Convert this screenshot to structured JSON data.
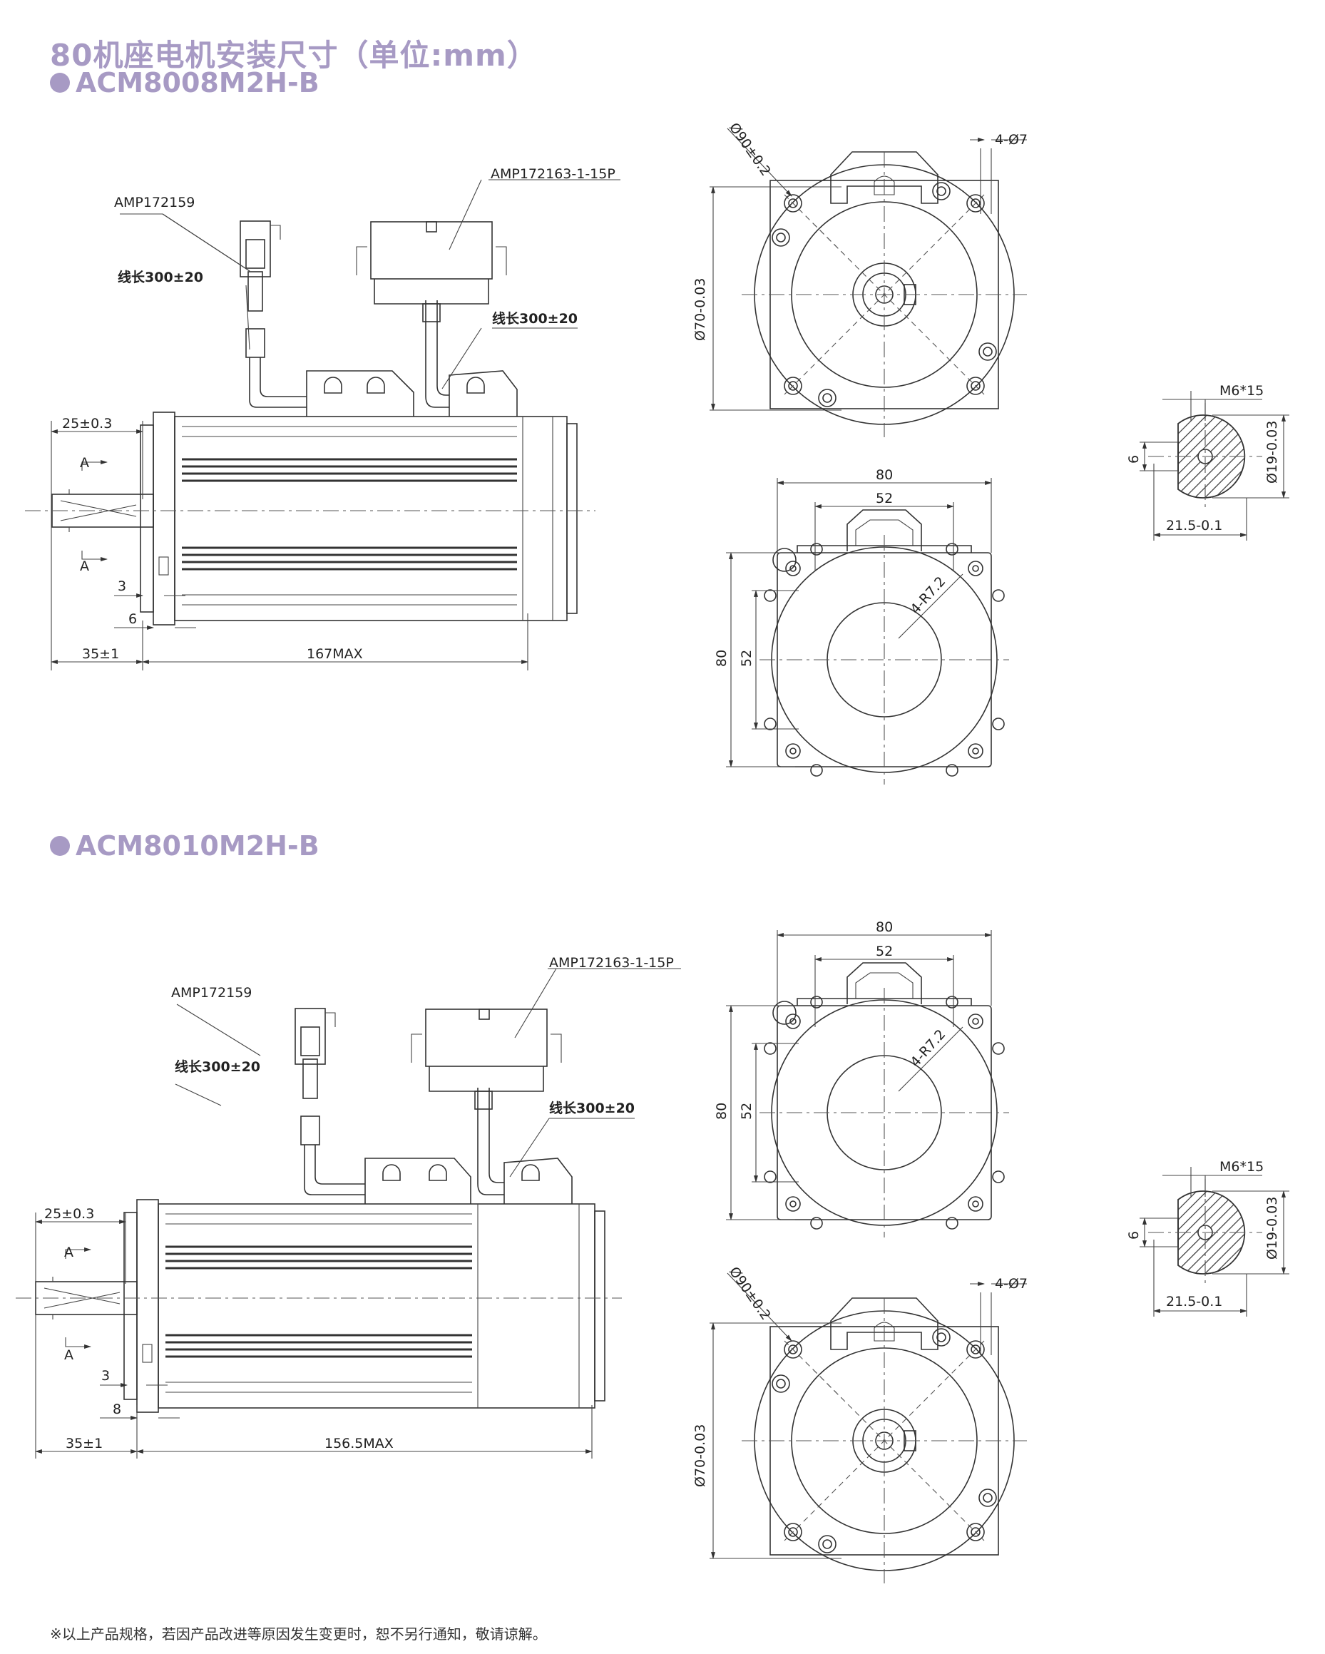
{
  "title": "80机座电机安装尺寸（单位:mm）",
  "footnote": "※以上产品规格，若因产品改进等原因发生变更时，恕不另行通知，敬请谅解。",
  "models": [
    {
      "name": "ACM8008M2H-B",
      "connector_small": "AMP172159",
      "connector_large": "AMP172163-1-15P",
      "cable_small": "线长300±20",
      "cable_large": "线长300±20",
      "dim_shaft": "25±0.3",
      "dim_front": "35±1",
      "dim_length": "167MAX",
      "dim_3": "3",
      "dim_step": "6",
      "section_mark": "A",
      "flange_dia": "Ø90±0.2",
      "pilot_dia": "Ø70-0.03",
      "holes": "4-Ø7",
      "square": "80",
      "pitch": "52",
      "corner_r": "4-R7.2",
      "thread": "M6*15",
      "shaft_dia": "Ø19-0.03",
      "key_width": "6",
      "key_depth": "21.5-0.1"
    },
    {
      "name": "ACM8010M2H-B",
      "connector_small": "AMP172159",
      "connector_large": "AMP172163-1-15P",
      "cable_small": "线长300±20",
      "cable_large": "线长300±20",
      "dim_shaft": "25±0.3",
      "dim_front": "35±1",
      "dim_length": "156.5MAX",
      "dim_3": "3",
      "dim_step": "8",
      "section_mark": "A",
      "flange_dia": "Ø90±0.2",
      "pilot_dia": "Ø70-0.03",
      "holes": "4-Ø7",
      "square": "80",
      "pitch": "52",
      "corner_r": "4-R7.2",
      "thread": "M6*15",
      "shaft_dia": "Ø19-0.03",
      "key_width": "6",
      "key_depth": "21.5-0.1"
    }
  ]
}
